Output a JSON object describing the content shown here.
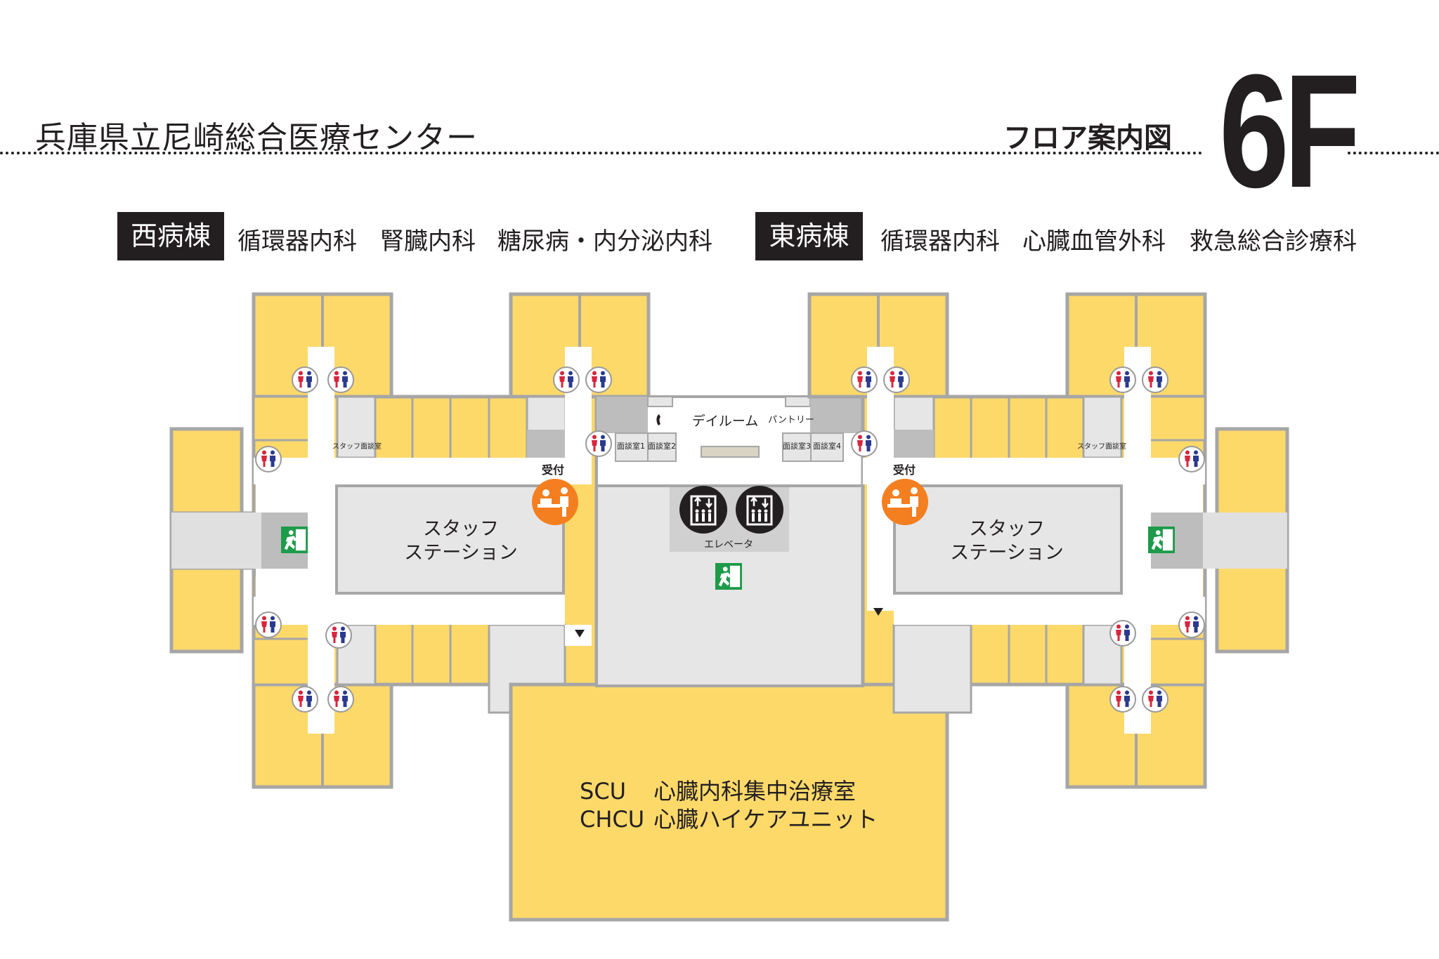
{
  "header": {
    "hospital_name": "兵庫県立尼崎総合医療センター",
    "map_title": "フロア案内図",
    "floor": "6F"
  },
  "wards": {
    "west": {
      "name": "西病棟",
      "departments": [
        "循環器内科",
        "腎臓内科",
        "糖尿病・内分泌内科"
      ]
    },
    "east": {
      "name": "東病棟",
      "departments": [
        "循環器内科",
        "心臓血管外科",
        "救急総合診療科"
      ]
    }
  },
  "map": {
    "dayroom": "デイルーム",
    "pantry": "パントリー",
    "staff_meeting_room": "スタッフ面談室",
    "interview_rooms": [
      "面談室1",
      "面談室2",
      "面談室3",
      "面談室4"
    ],
    "reception": "受付",
    "staff_station_line1": "スタッフ",
    "staff_station_line2": "ステーション",
    "elevator": "エレベータ",
    "scu_code": "SCU",
    "scu_name": "心臓内科集中治療室",
    "chcu_code": "CHCU",
    "chcu_name": "心臓ハイケアユニット"
  },
  "colors": {
    "room_yellow": "#fdd96a",
    "corridor_white": "#ffffff",
    "area_gray": "#e6e6e6",
    "dark_gray": "#bdbdbd",
    "wall_gray": "#a6a6a6",
    "reception_orange": "#f47f20",
    "elevator_dark": "#231f20",
    "exit_green": "#1d9a4a",
    "female_red": "#d7263d",
    "male_blue": "#2b3a8f"
  },
  "icons": [
    "restroom-icon",
    "reception-icon",
    "elevator-icon",
    "emergency-exit-icon",
    "telephone-icon",
    "arrow-down-icon"
  ]
}
